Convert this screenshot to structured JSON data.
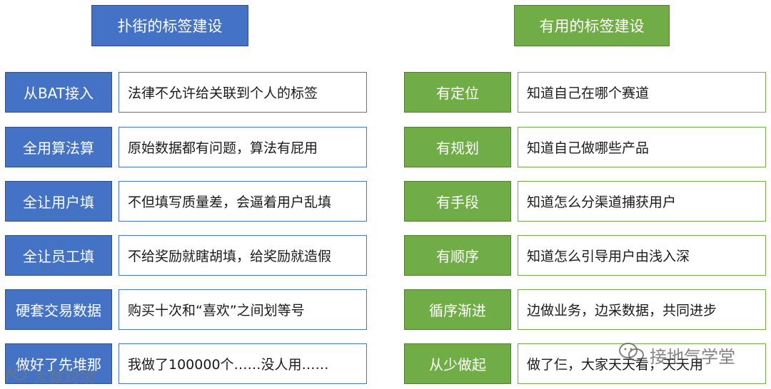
{
  "left_column": {
    "header": "扑街的标签建设",
    "rows": [
      {
        "label": "从BAT接入",
        "desc": "法律不允许给关联到个人的标签"
      },
      {
        "label": "全用算法算",
        "desc": "原始数据都有问题，算法有屁用"
      },
      {
        "label": "全让用户填",
        "desc": "不但填写质量差，会逼着用户乱填"
      },
      {
        "label": "全让员工填",
        "desc": "不给奖励就瞎胡填，给奖励就造假"
      },
      {
        "label": "硬套交易数据",
        "desc": "购买十次和“喜欢”之间划等号"
      },
      {
        "label": "做好了先堆那",
        "desc": "我做了100000个……没人用……"
      }
    ]
  },
  "right_column": {
    "header": "有用的标签建设",
    "rows": [
      {
        "label": "有定位",
        "desc": "知道自己在哪个赛道"
      },
      {
        "label": "有规划",
        "desc": "知道自己做哪些产品"
      },
      {
        "label": "有手段",
        "desc": "知道怎么分渠道捕获用户"
      },
      {
        "label": "有顺序",
        "desc": "知道怎么引导用户由浅入深"
      },
      {
        "label": "循序渐进",
        "desc": "边做业务，边采数据，共同进步"
      },
      {
        "label": "从少做起",
        "desc": "做了仨，大家天天看，天天用"
      }
    ]
  },
  "watermarks": {
    "left": "大数跨境",
    "right": "接地气学堂"
  },
  "colors": {
    "blue": "#4472c4",
    "green": "#70ad47"
  }
}
